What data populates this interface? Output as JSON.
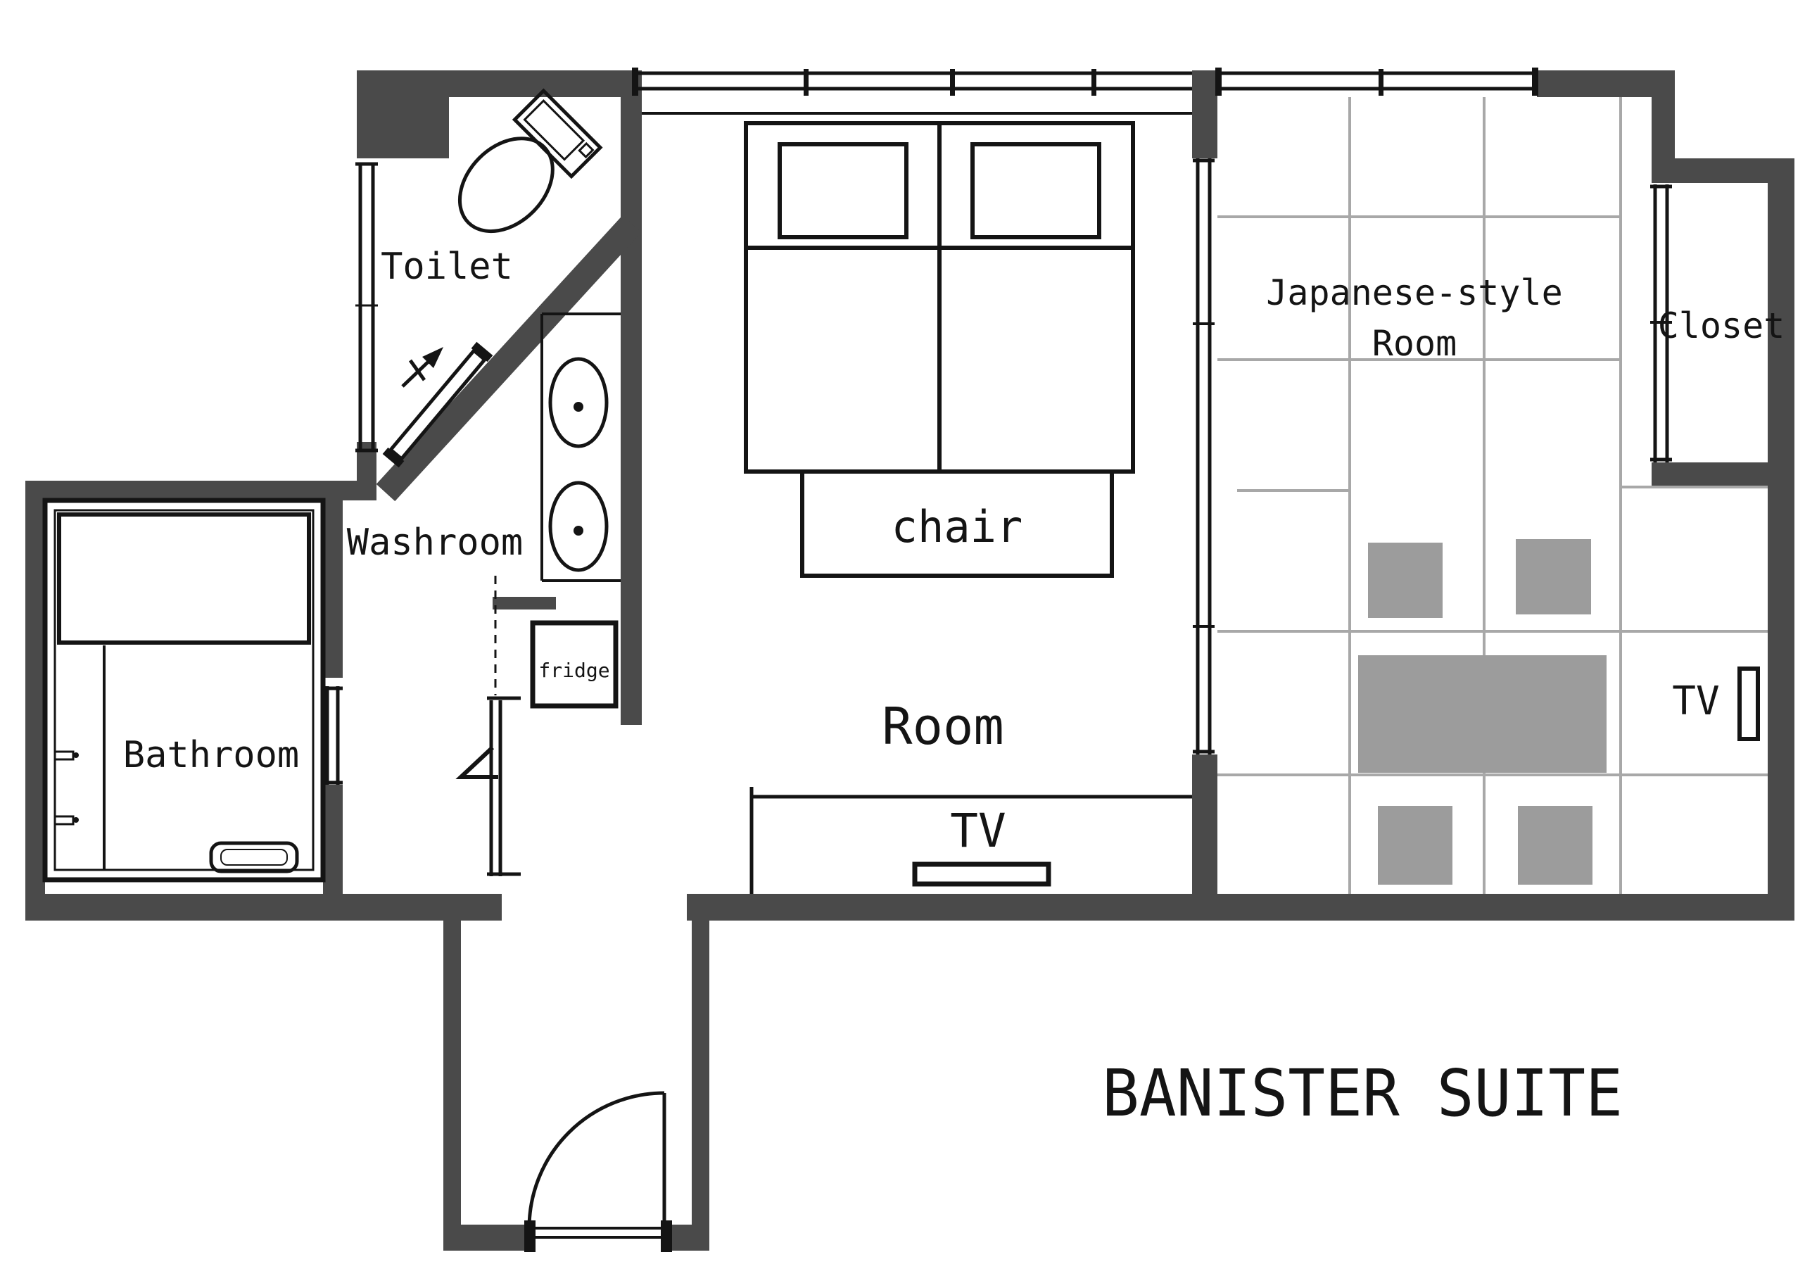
{
  "title": "BANISTER SUITE",
  "colors": {
    "wall": "#4a4a4a",
    "line": "#141414",
    "tatami": "#a8a8a8",
    "furniture": "#9c9c9c",
    "bg": "#ffffff"
  },
  "rooms": {
    "toilet": {
      "label": "Toilet"
    },
    "washroom": {
      "label": "Washroom"
    },
    "bathroom": {
      "label": "Bathroom"
    },
    "main_room": {
      "label": "Room"
    },
    "japanese_room": {
      "label_line1": "Japanese-style",
      "label_line2": "Room"
    },
    "closet": {
      "label": "Closet"
    }
  },
  "furniture": {
    "chair": {
      "label": "chair"
    },
    "fridge": {
      "label": "fridge"
    },
    "room_tv": {
      "label": "TV"
    },
    "japanese_tv": {
      "label": "TV"
    }
  }
}
